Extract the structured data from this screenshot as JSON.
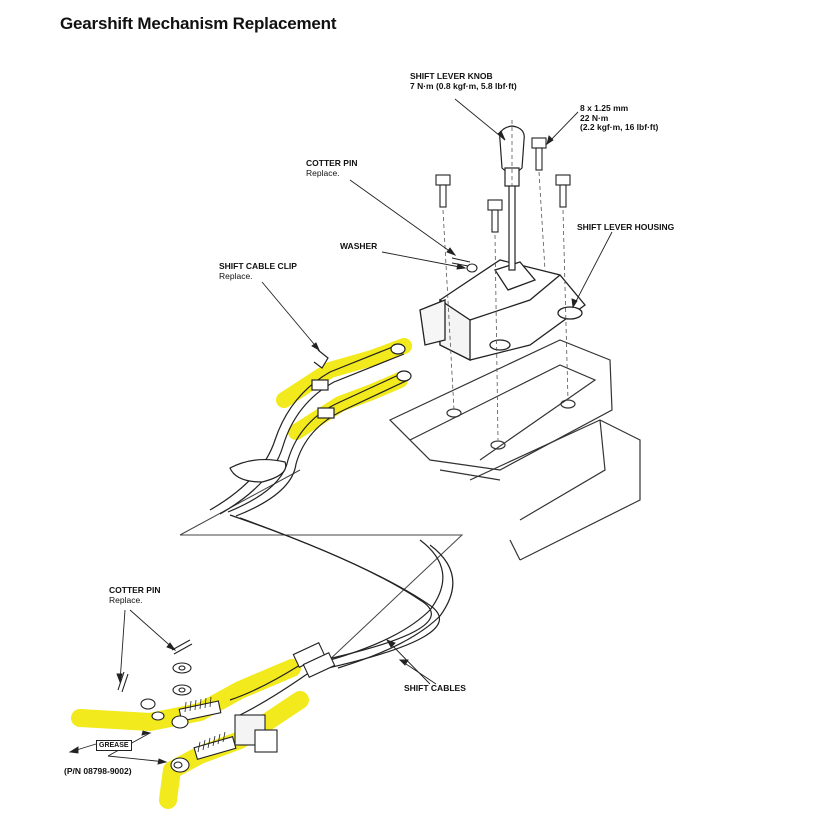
{
  "page": {
    "title": "Gearshift Mechanism Replacement"
  },
  "labels": {
    "shift_lever_knob": {
      "name": "SHIFT LEVER KNOB",
      "torque": "7 N·m (0.8 kgf·m, 5.8 lbf·ft)"
    },
    "bolt_spec": {
      "size": "8 x 1.25 mm",
      "torque_nm": "22 N·m",
      "torque_alt": "(2.2 kgf·m, 16 lbf·ft)"
    },
    "cotter_pin_top": {
      "name": "COTTER PIN",
      "note": "Replace."
    },
    "washer": {
      "name": "WASHER"
    },
    "shift_lever_housing": {
      "name": "SHIFT LEVER HOUSING"
    },
    "shift_cable_clip": {
      "name": "SHIFT CABLE CLIP",
      "note": "Replace."
    },
    "cotter_pin_bottom": {
      "name": "COTTER PIN",
      "note": "Replace."
    },
    "shift_cables": {
      "name": "SHIFT CABLES"
    },
    "grease": {
      "name": "GREASE"
    },
    "part_number": {
      "text": "(P/N 08798-9002)"
    }
  },
  "colors": {
    "highlight": "#f2ea1c",
    "line": "#222222"
  }
}
